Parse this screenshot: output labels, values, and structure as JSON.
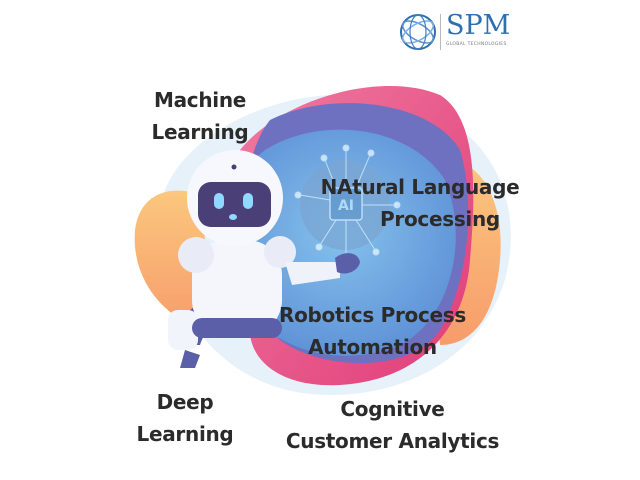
{
  "logo": {
    "name": "SPM",
    "tagline": "GLOBAL TECHNOLOGIES"
  },
  "illustration": {
    "chip_label": "AI"
  },
  "labels": {
    "machine_learning": [
      "Machine",
      "Learning"
    ],
    "nlp": [
      "NAtural Language",
      "Processing"
    ],
    "rpa": [
      "Robotics Process",
      "Automation"
    ],
    "deep_learning": [
      "Deep",
      "Learning"
    ],
    "cognitive": [
      "Cognitive",
      "Customer Analytics"
    ]
  },
  "colors": {
    "pink": "#e8527f",
    "orange": "#f8b870",
    "purple": "#6a6fc0",
    "blue": "#6aa6dc",
    "text": "#2b2b2b",
    "brand": "#2d6fb0"
  }
}
